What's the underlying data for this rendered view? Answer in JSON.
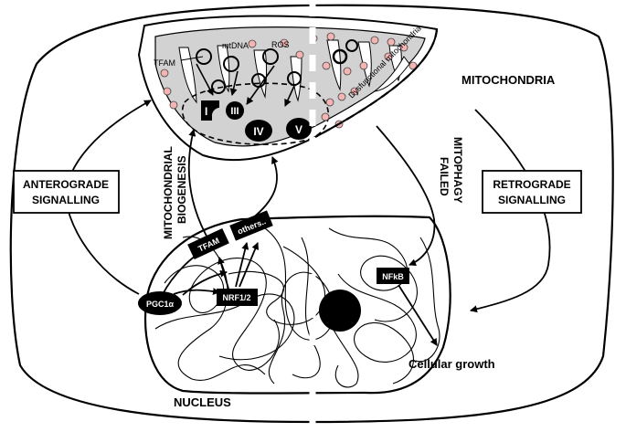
{
  "labels": {
    "tfam_mito": "TFAM",
    "mtdna": "mtDNA",
    "ros": "ROS",
    "dysfunctional": "Dysfunctional mitochondria",
    "mitochondria": "MITOCHONDRIA",
    "mitophagy_1": "MITOPHAGY",
    "mitophagy_2": "FAILED",
    "mito_biogenesis_1": "MITOCHONDRIAL",
    "mito_biogenesis_2": "BIOGENESIS",
    "anterograde_1": "ANTEROGRADE",
    "anterograde_2": "SIGNALLING",
    "retrograde_1": "RETROGRADE",
    "retrograde_2": "SIGNALLING",
    "nucleus": "NUCLEUS",
    "cellular_growth": "Cellular growth"
  },
  "complexes": [
    "I",
    "III",
    "IV",
    "V"
  ],
  "boxes": {
    "tfam": "TFAM",
    "others": "others..",
    "pgc1a": "PGC1α",
    "nrf": "NRF1/2",
    "nfkb": "NFkB"
  }
}
